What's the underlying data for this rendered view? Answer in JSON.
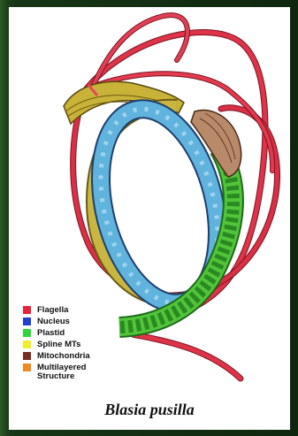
{
  "legend": [
    {
      "label": "Flagella",
      "color": "#e8223a"
    },
    {
      "label": "Nucleus",
      "color": "#1f3fd6"
    },
    {
      "label": "Plastid",
      "color": "#2fd63a"
    },
    {
      "label": "Spline MTs",
      "color": "#f2ee2a"
    },
    {
      "label": "Mitochondria",
      "color": "#7a2e1e"
    },
    {
      "label": "Multilayered\nStructure",
      "color": "#f08a1e"
    }
  ],
  "caption": "Blasia pusilla"
}
